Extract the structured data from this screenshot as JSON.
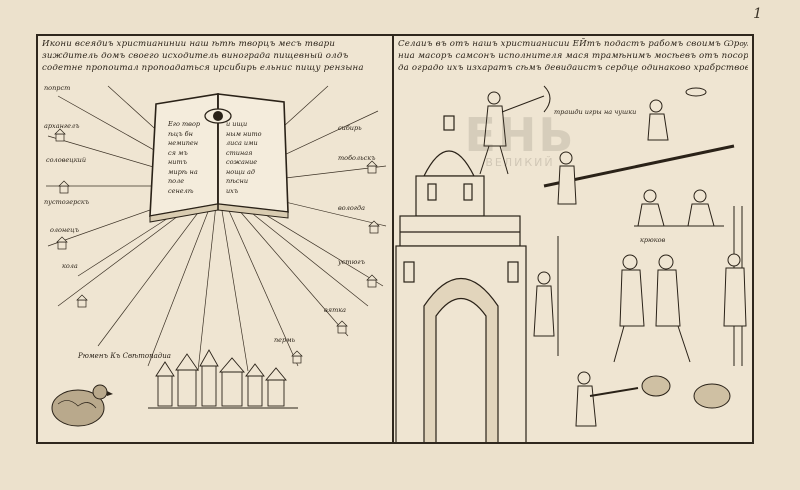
{
  "page": {
    "number": "1"
  },
  "left_panel": {
    "caption_lines": [
      "Икони всеядиъ христианинии наш ѣтѣ творцъ месъ твари",
      "зиждитель домъ своего исходитель винограда пищевный олдъ",
      "содетне пропоитал пропоадаться ирсибирь ельнис пищу рензына"
    ],
    "book_text_left": [
      "Его твор",
      "ѣцъ бн",
      "немипен",
      "ся мъ",
      "нитъ",
      "мирѣ на",
      "поле",
      "сенелѣ"
    ],
    "book_text_right": [
      "и ищи",
      "ным нито",
      "лиса ими",
      "стиная",
      "сожание",
      "нощи ад",
      "пѣсни",
      "ихъ"
    ],
    "city_labels": [
      "попрст",
      "архангелъ",
      "соловецкий",
      "пустозерскъ",
      "олонецъ",
      "кола",
      "сибирь",
      "тобольскъ",
      "вологда",
      "устюгъ",
      "вятка",
      "пермь"
    ],
    "footer_text": "Рюменъ Къ Свѣтопадиа"
  },
  "right_panel": {
    "caption_lines": [
      "Селаиъ въ отъ нашъ христианисии ЕЙтъ подастъ рабомъ своимъ Ѡрѹжие",
      "ниа масоръ самсонъ исполнителя мася трамѣнимъ мосѣевъ отъ посорбѣтъ",
      "да оградо ихъ изхаратъ сѣмъ девидаистъ сердце одинаково храбрствовати"
    ],
    "scene_labels": [
      "трашди игры",
      "на чушки",
      "крюков"
    ],
    "watermark_main": "ЕНЬ",
    "watermark_sub": "ВЕЛИКИЙ"
  }
}
